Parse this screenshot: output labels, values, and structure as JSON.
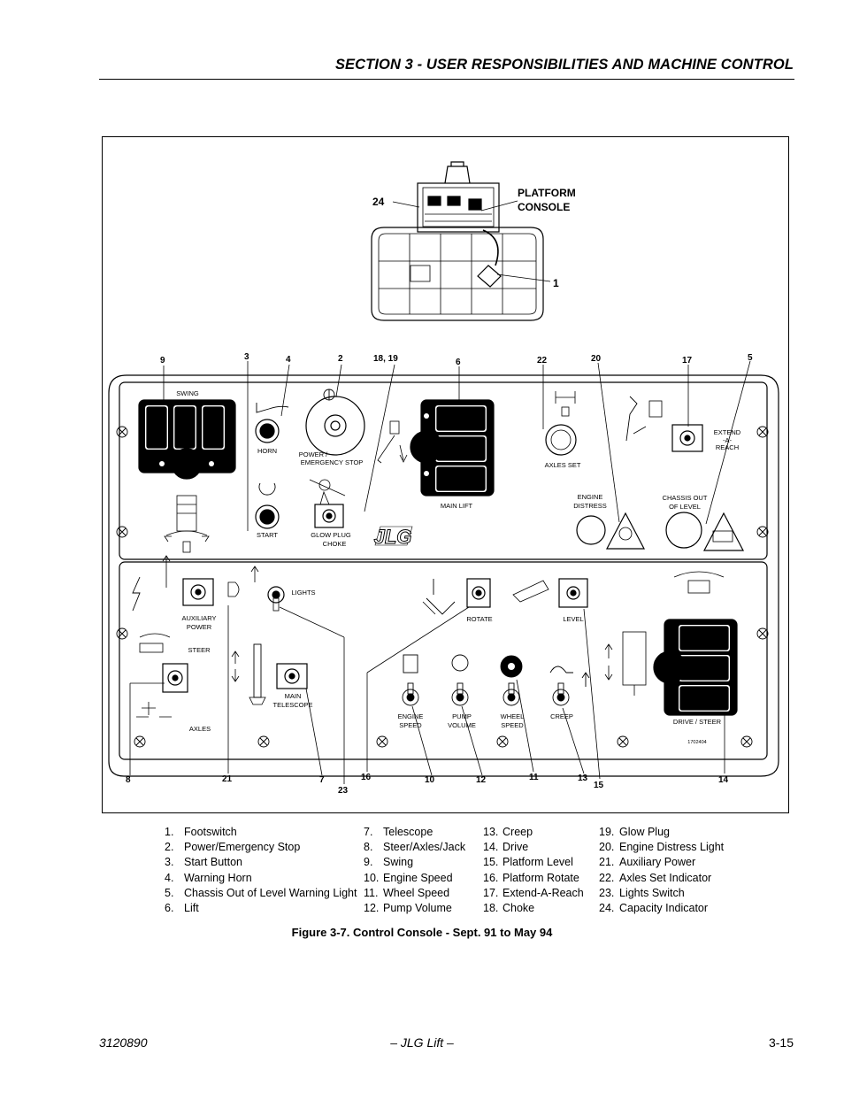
{
  "header": {
    "section_title": "SECTION 3 - USER RESPONSIBILITIES AND MACHINE CONTROL"
  },
  "figure": {
    "platform_label_line1": "PLATFORM",
    "platform_label_line2": "CONSOLE",
    "callouts": {
      "c24": "24",
      "c1": "1",
      "c9": "9",
      "c3": "3",
      "c4": "4",
      "c2": "2",
      "c18_19": "18, 19",
      "c6": "6",
      "c22": "22",
      "c20": "20",
      "c17": "17",
      "c5": "5",
      "c8": "8",
      "c21": "21",
      "c7": "7",
      "c23": "23",
      "c16": "16",
      "c10": "10",
      "c12": "12",
      "c11": "11",
      "c13": "13",
      "c15": "15",
      "c14": "14"
    },
    "panel_labels": {
      "swing": "SWING",
      "horn": "HORN",
      "start": "START",
      "power_stop_1": "POWER /",
      "power_stop_2": "EMERGENCY  STOP",
      "glow_1": "GLOW PLUG",
      "glow_2": "CHOKE",
      "main_lift": "MAIN  LIFT",
      "axles_set": "AXLES   SET",
      "engine_1": "ENGINE",
      "engine_2": "DISTRESS",
      "chassis_1": "CHASSIS  OUT",
      "chassis_2": "OF  LEVEL",
      "extend_1": "EXTEND",
      "extend_2": "-A-",
      "extend_3": "REACH",
      "brand": "JLG",
      "aux_1": "AUXILIARY",
      "aux_2": "POWER",
      "lights": "LIGHTS",
      "rotate": "ROTATE",
      "level": "LEVEL",
      "steer": "STEER",
      "axles": "AXLES",
      "tele_1": "MAIN",
      "tele_2": "TELESCOPE",
      "espeed_1": "ENGINE",
      "espeed_2": "SPEED",
      "pump_1": "PUMP",
      "pump_2": "VOLUME",
      "wspeed_1": "WHEEL",
      "wspeed_2": "SPEED",
      "creep": "CREEP",
      "drive_steer": "DRIVE / STEER",
      "part_no": "1702404"
    }
  },
  "legend": {
    "col1": [
      {
        "num": "1.",
        "text": "Footswitch"
      },
      {
        "num": "2.",
        "text": "Power/Emergency Stop"
      },
      {
        "num": "3.",
        "text": "Start Button"
      },
      {
        "num": "4.",
        "text": "Warning Horn"
      },
      {
        "num": "5.",
        "text": "Chassis Out of Level Warning Light"
      },
      {
        "num": "6.",
        "text": "Lift"
      }
    ],
    "col2": [
      {
        "num": "7.",
        "text": "Telescope"
      },
      {
        "num": "8.",
        "text": "Steer/Axles/Jack"
      },
      {
        "num": "9.",
        "text": "Swing"
      },
      {
        "num": "10.",
        "text": "Engine Speed"
      },
      {
        "num": "11.",
        "text": "Wheel Speed"
      },
      {
        "num": "12.",
        "text": "Pump Volume"
      }
    ],
    "col3": [
      {
        "num": "13.",
        "text": "Creep"
      },
      {
        "num": "14.",
        "text": "Drive"
      },
      {
        "num": "15.",
        "text": "Platform Level"
      },
      {
        "num": "16.",
        "text": "Platform Rotate"
      },
      {
        "num": "17.",
        "text": "Extend-A-Reach"
      },
      {
        "num": "18.",
        "text": "Choke"
      }
    ],
    "col4": [
      {
        "num": "19.",
        "text": "Glow Plug"
      },
      {
        "num": "20.",
        "text": "Engine Distress Light"
      },
      {
        "num": "21.",
        "text": "Auxiliary Power"
      },
      {
        "num": "22.",
        "text": "Axles Set Indicator"
      },
      {
        "num": "23.",
        "text": "Lights Switch"
      },
      {
        "num": "24.",
        "text": "Capacity Indicator"
      }
    ]
  },
  "caption": "Figure 3-7.  Control Console - Sept. 91 to May 94",
  "footer": {
    "left": "3120890",
    "center": "– JLG Lift –",
    "right": "3-15"
  }
}
